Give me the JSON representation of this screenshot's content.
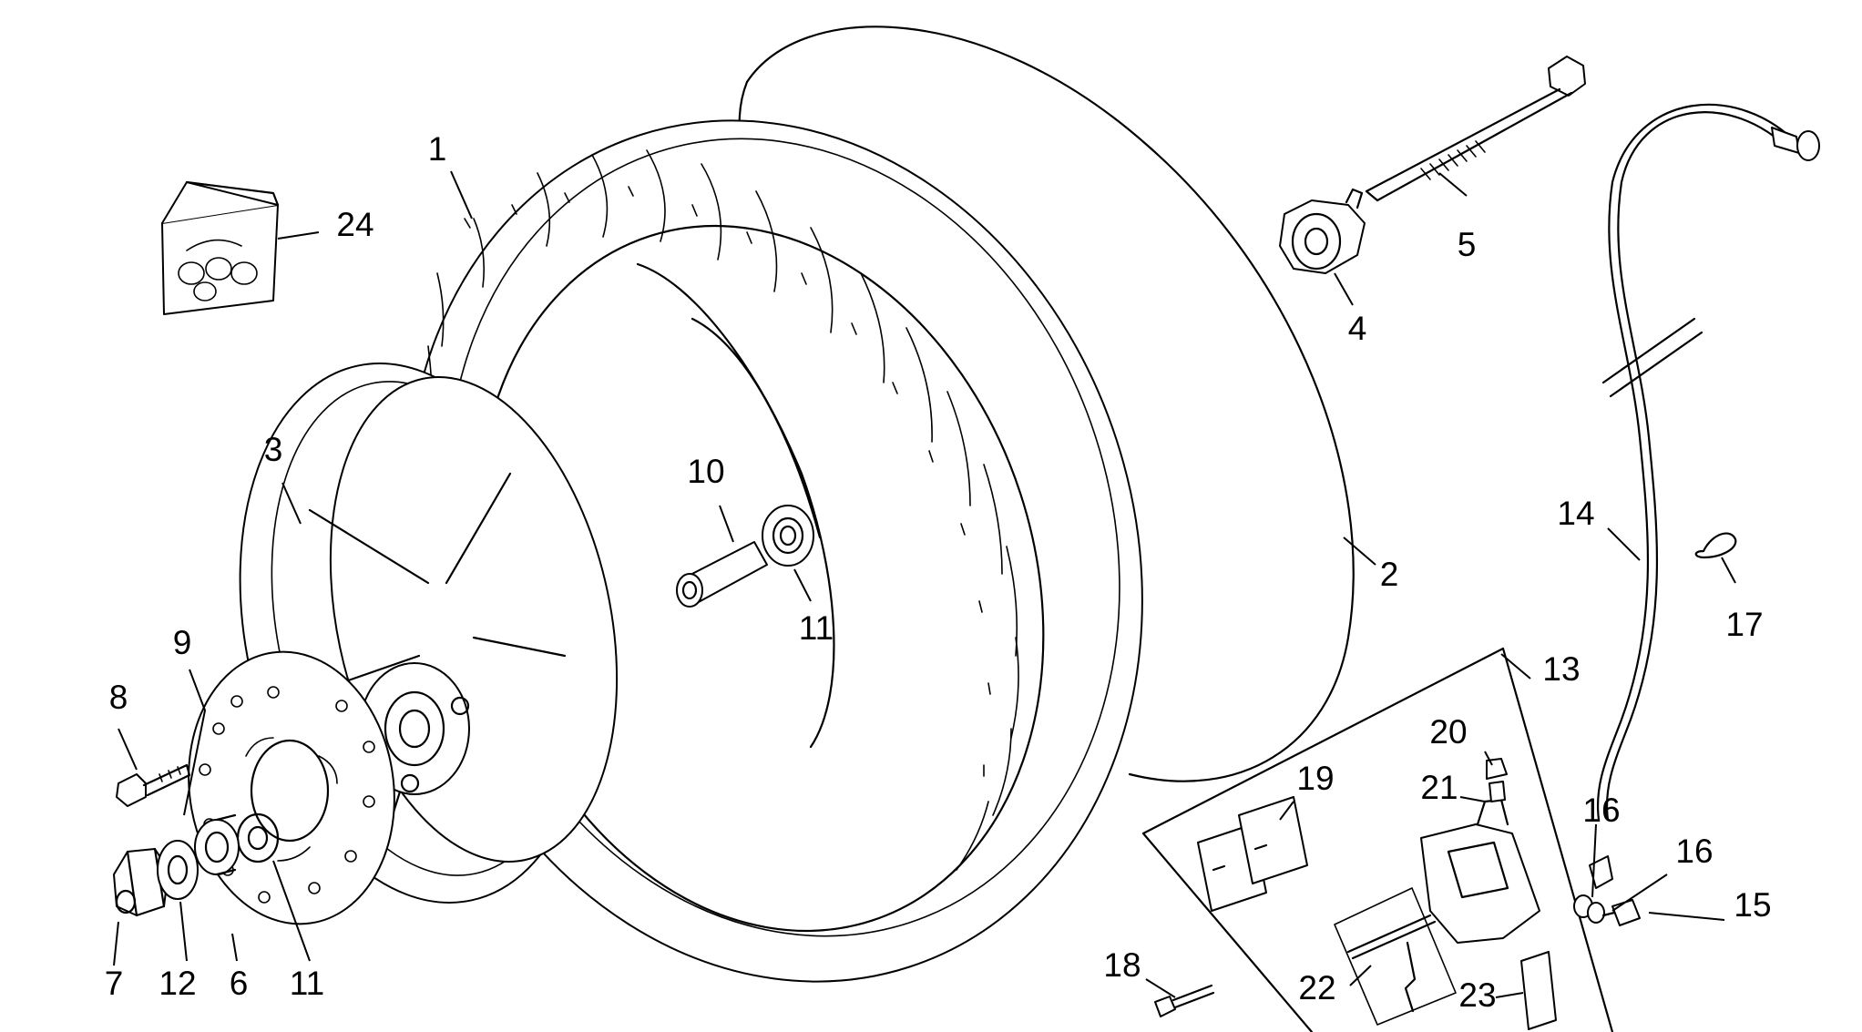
{
  "callouts": [
    {
      "id": "1",
      "label": "1"
    },
    {
      "id": "2",
      "label": "2"
    },
    {
      "id": "3",
      "label": "3"
    },
    {
      "id": "4",
      "label": "4"
    },
    {
      "id": "5",
      "label": "5"
    },
    {
      "id": "6",
      "label": "6"
    },
    {
      "id": "7",
      "label": "7"
    },
    {
      "id": "8",
      "label": "8"
    },
    {
      "id": "9",
      "label": "9"
    },
    {
      "id": "10",
      "label": "10"
    },
    {
      "id": "11a",
      "label": "11"
    },
    {
      "id": "11b",
      "label": "11"
    },
    {
      "id": "12",
      "label": "12"
    },
    {
      "id": "13",
      "label": "13"
    },
    {
      "id": "14",
      "label": "14"
    },
    {
      "id": "15",
      "label": "15"
    },
    {
      "id": "16a",
      "label": "16"
    },
    {
      "id": "16b",
      "label": "16"
    },
    {
      "id": "17",
      "label": "17"
    },
    {
      "id": "18",
      "label": "18"
    },
    {
      "id": "19",
      "label": "19"
    },
    {
      "id": "20",
      "label": "20"
    },
    {
      "id": "21",
      "label": "21"
    },
    {
      "id": "22",
      "label": "22"
    },
    {
      "id": "23",
      "label": "23"
    },
    {
      "id": "24",
      "label": "24"
    }
  ]
}
